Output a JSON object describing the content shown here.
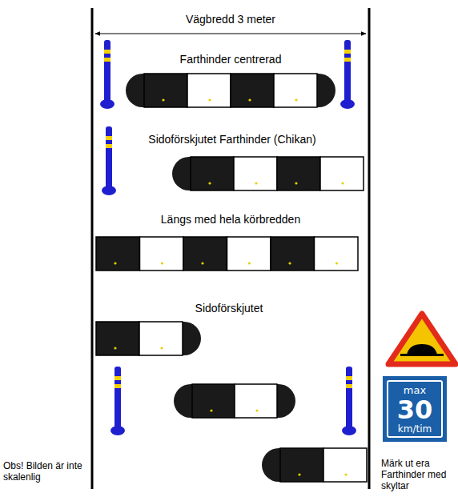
{
  "diagram": {
    "nodes": [
      {
        "text": [
          "max",
          "30",
          "km/tim"
        ]
      }
    ],
    "labels": [
      "Vägbredd 3 meter",
      "Farthinder centrerad",
      "Sidoförskjutet Farthinder (Chikan)",
      "Längs med hela körbredden",
      "Sidoförskjutet",
      "Obs! Bilden är inte skalenlig",
      "Märk ut era Farthinder med skyltar"
    ]
  }
}
